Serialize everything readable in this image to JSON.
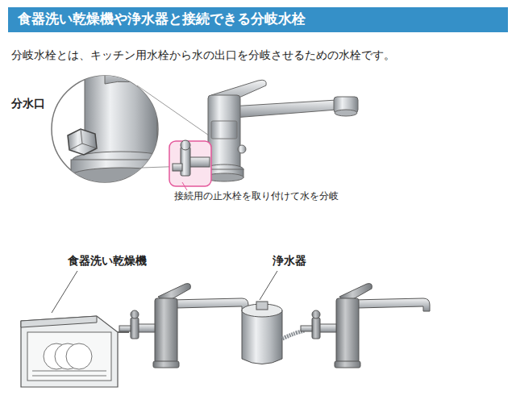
{
  "diagram": {
    "title": "食器洗い乾燥機や浄水器と接続できる分岐水栓",
    "labels": [
      "分岐水栓とは、キッチン用水栓から水の出口を分岐させるための水栓です。",
      "分水口",
      "接続用の止水栓を取り付けて水を分岐",
      "食器洗い乾燥機",
      "浄水器"
    ]
  }
}
